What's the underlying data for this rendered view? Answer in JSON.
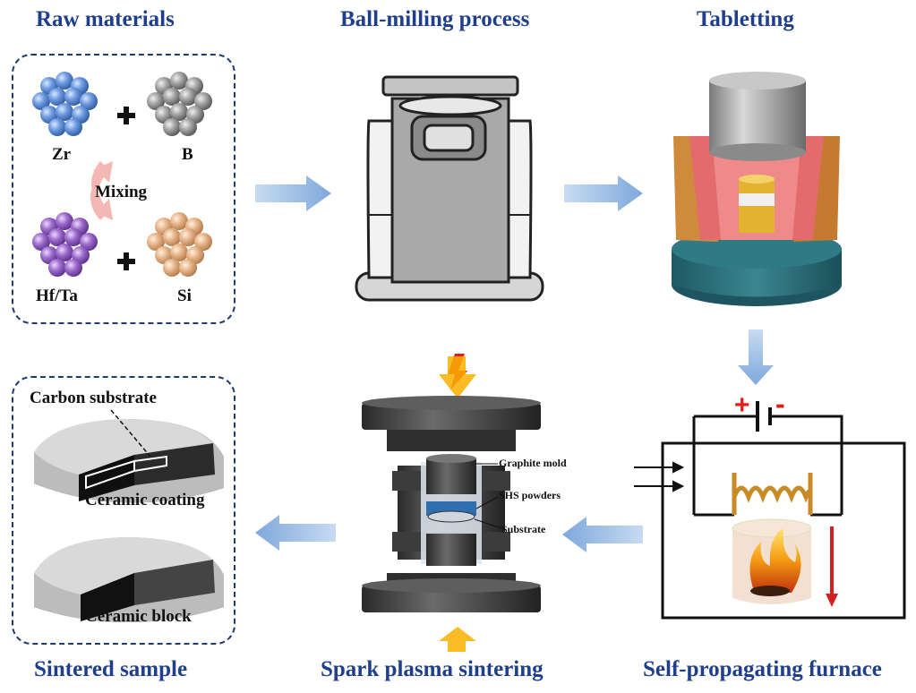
{
  "stages": {
    "raw": "Raw materials",
    "ball": "Ball-milling process",
    "tablet": "Tabletting",
    "shs": "Self-propagating furnace",
    "sps": "Spark plasma sintering",
    "sample": "Sintered sample"
  },
  "elements": {
    "zr": "Zr",
    "b": "B",
    "hfta": "Hf/Ta",
    "si": "Si",
    "mixing": "Mixing"
  },
  "sps_labels": {
    "mold": "Graphite mold",
    "powders": "SHS powders",
    "substrate": "Substrate"
  },
  "sample_labels": {
    "carbon": "Carbon substrate",
    "coating": "Ceramic coating",
    "block": "Ceramic block"
  },
  "battery": {
    "plus": "+",
    "minus": "-"
  },
  "colors": {
    "title": "#1f3f8c",
    "zr": "#5b8fd6",
    "b": "#9a9a9a",
    "hfta": "#9b6cc9",
    "si": "#e8b58a",
    "arrow": "#8fb4e0"
  }
}
